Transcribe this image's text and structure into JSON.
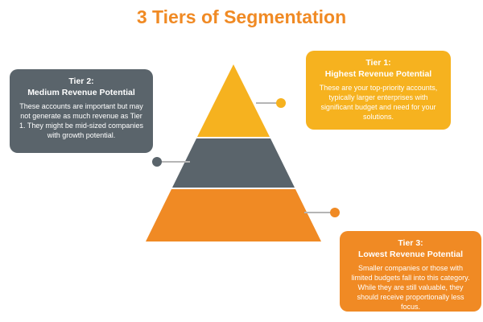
{
  "title": "3 Tiers of Segmentation",
  "colors": {
    "title": "#f08a24",
    "tier1": "#f6b21f",
    "tier2": "#5a646b",
    "tier3": "#f08a24",
    "connector": "#b5b5b5"
  },
  "tiers": [
    {
      "tier_label": "Tier 1:",
      "heading": "Highest Revenue Potential",
      "description": "These are your top-priority accounts, typically larger enterprises with significant budget and need for your solutions."
    },
    {
      "tier_label": "Tier 2:",
      "heading": "Medium Revenue Potential",
      "description": "These accounts are important but may not generate as much revenue as Tier 1. They might be mid-sized companies with growth potential."
    },
    {
      "tier_label": "Tier 3:",
      "heading": "Lowest Revenue Potential",
      "description": "Smaller companies or those with limited budgets fall into this category. While they are still valuable, they should receive proportionally less focus."
    }
  ]
}
